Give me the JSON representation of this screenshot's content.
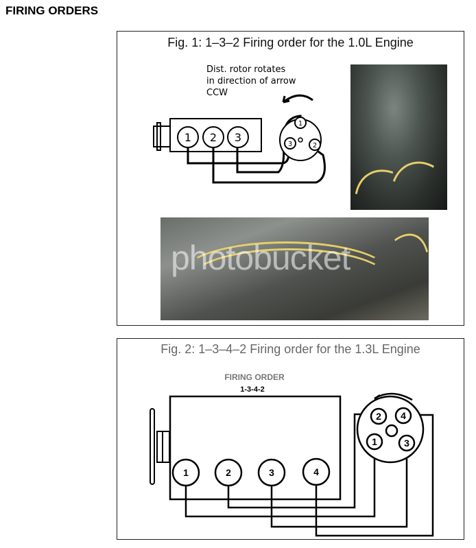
{
  "page": {
    "heading": "FIRING ORDERS"
  },
  "fig1": {
    "title": "Fig. 1: 1–3–2 Firing order for the 1.0L Engine",
    "note_lines": [
      "Dist. rotor rotates",
      "in direction of arrow",
      "CCW"
    ],
    "cylinders": [
      "1",
      "2",
      "3"
    ],
    "distributor_terminals": [
      "1",
      "3",
      "2"
    ],
    "watermark": "photobucket"
  },
  "fig2": {
    "title": "Fig. 2: 1–3–4–2 Firing order for the 1.3L Engine",
    "label": "FIRING ORDER",
    "order": "1-3-4-2",
    "cylinders": [
      "1",
      "2",
      "3",
      "4"
    ],
    "distributor_terminals": [
      "2",
      "4",
      "1",
      "3"
    ]
  }
}
